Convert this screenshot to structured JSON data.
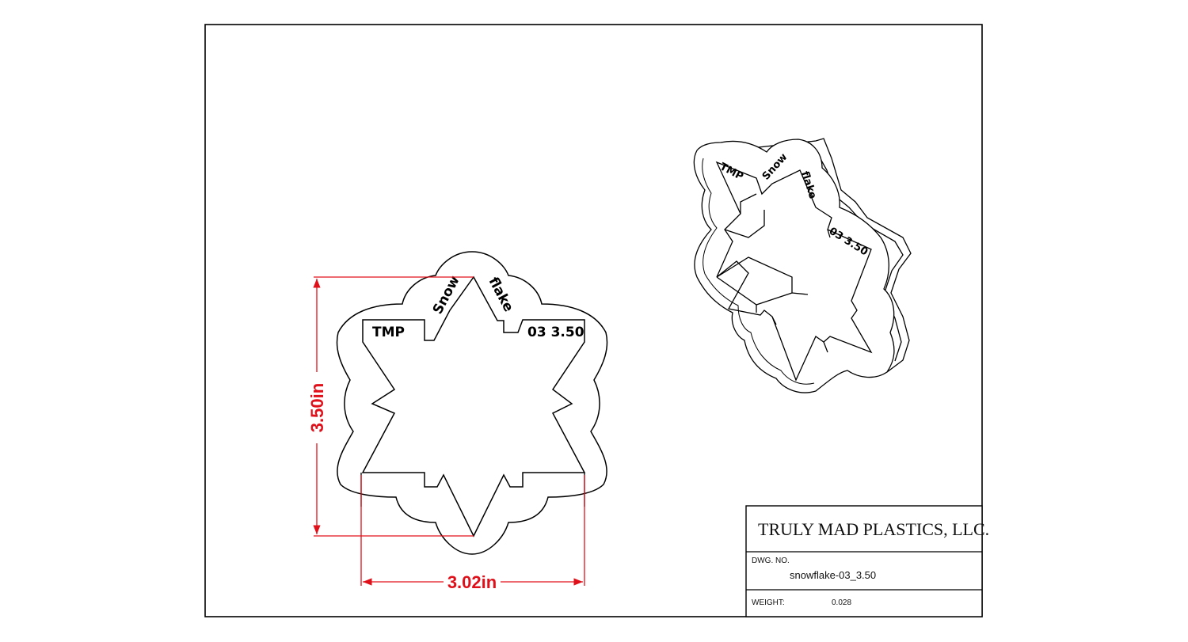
{
  "drawing": {
    "cutter_labels": {
      "tmp": "TMP",
      "snow": "Snow",
      "flake": "flake",
      "code": "03 3.50"
    },
    "dimensions": {
      "height": "3.50in",
      "width": "3.02in"
    },
    "accent_color": "#e0101a"
  },
  "title_block": {
    "company": "TRULY MAD PLASTICS, LLC.",
    "dwg_no_label": "DWG.  NO.",
    "dwg_no_value": "snowflake-03_3.50",
    "weight_label": "WEIGHT:",
    "weight_value": "0.028"
  }
}
